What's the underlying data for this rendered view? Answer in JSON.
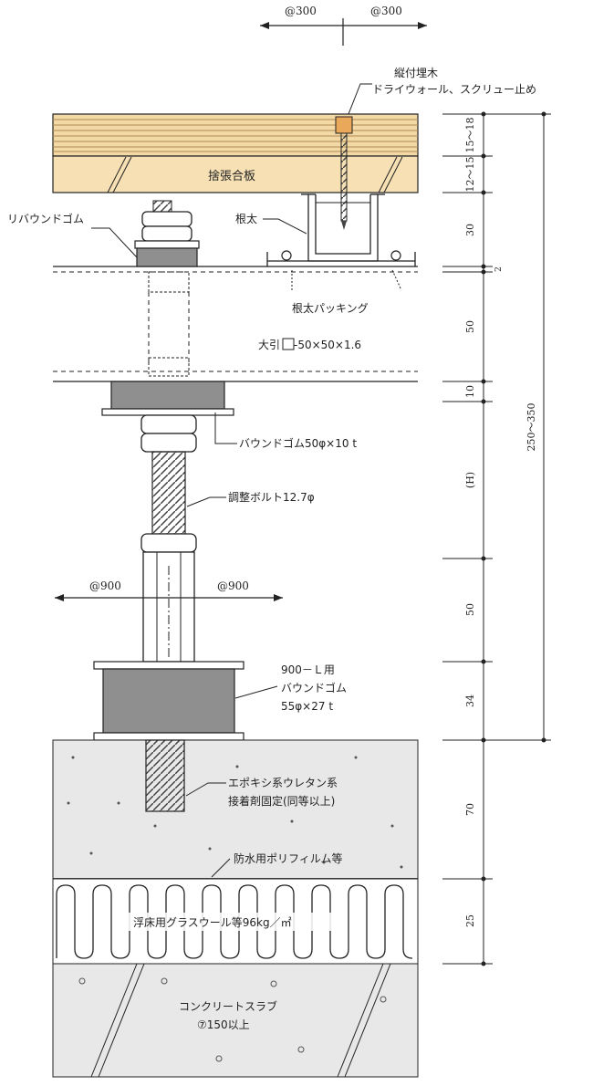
{
  "labels": {
    "spacing_300_left": "@300",
    "spacing_300_right": "@300",
    "nailing_line1": "縦付埋木",
    "nailing_line2": "ドライウォール、スクリュー止め",
    "subfloor": "捨張合板",
    "rebound_rubber_top": "リバウンドゴム",
    "joist": "根太",
    "joist_packing": "根太パッキング",
    "beam": "大引",
    "beam_spec": "-50×50×1.6",
    "rubber_50": "バウンドゴム50φ×10 t",
    "adjust_bolt": "調整ボルト12.7φ",
    "spacing_900_left": "@900",
    "spacing_900_right": "@900",
    "rubber_900_line1": "900－Ｌ用",
    "rubber_900_line2": "バウンドゴム",
    "rubber_900_line3": "55φ×27 t",
    "epoxy_line1": "エポキシ系ウレタン系",
    "epoxy_line2": "接着剤固定(同等以上)",
    "waterproof": "防水用ポリフィルム等",
    "glasswool": "浮床用グラスウール等96kg／㎡",
    "slab_line1": "コンクリートスラブ",
    "slab_line2": "⑦150以上"
  },
  "dimensions": {
    "d1": "15～18",
    "d2": "12～15",
    "d3": "30",
    "d4": "2",
    "d5": "50",
    "d6": "10",
    "d7": "(H)",
    "d8": "50",
    "d9": "34",
    "d10": "70",
    "d11": "25",
    "total": "250～350"
  },
  "colors": {
    "wood": "#f3d9a6",
    "wood_grain": "#b08a52",
    "rubber": "#8f8f8f",
    "concrete": "#e8e8e8",
    "line": "#222222"
  }
}
